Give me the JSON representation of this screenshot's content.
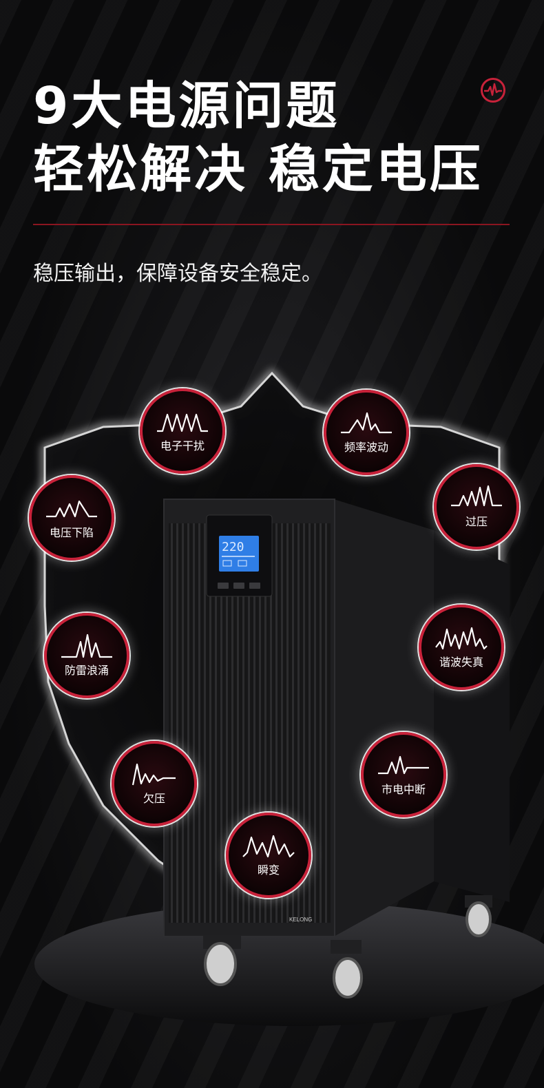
{
  "headline": {
    "line1": "9大电源问题",
    "line2": "轻松解决 稳定电压"
  },
  "badge_icon": "pulse-icon",
  "subtitle": "稳压输出，保障设备安全稳定。",
  "accent": "#c8223a",
  "ups_display": "220",
  "ups_buttons": [
    "",
    "",
    ""
  ],
  "brand": "KELONG",
  "problems": [
    {
      "label": "电子干扰",
      "icon": "wave-interference-icon"
    },
    {
      "label": "频率波动",
      "icon": "wave-frequency-icon"
    },
    {
      "label": "电压下陷",
      "icon": "wave-sag-icon"
    },
    {
      "label": "过压",
      "icon": "wave-overvoltage-icon"
    },
    {
      "label": "防雷浪涌",
      "icon": "wave-surge-icon"
    },
    {
      "label": "谐波失真",
      "icon": "wave-harmonic-icon"
    },
    {
      "label": "欠压",
      "icon": "wave-undervoltage-icon"
    },
    {
      "label": "市电中断",
      "icon": "wave-outage-icon"
    },
    {
      "label": "瞬变",
      "icon": "wave-transient-icon"
    }
  ]
}
